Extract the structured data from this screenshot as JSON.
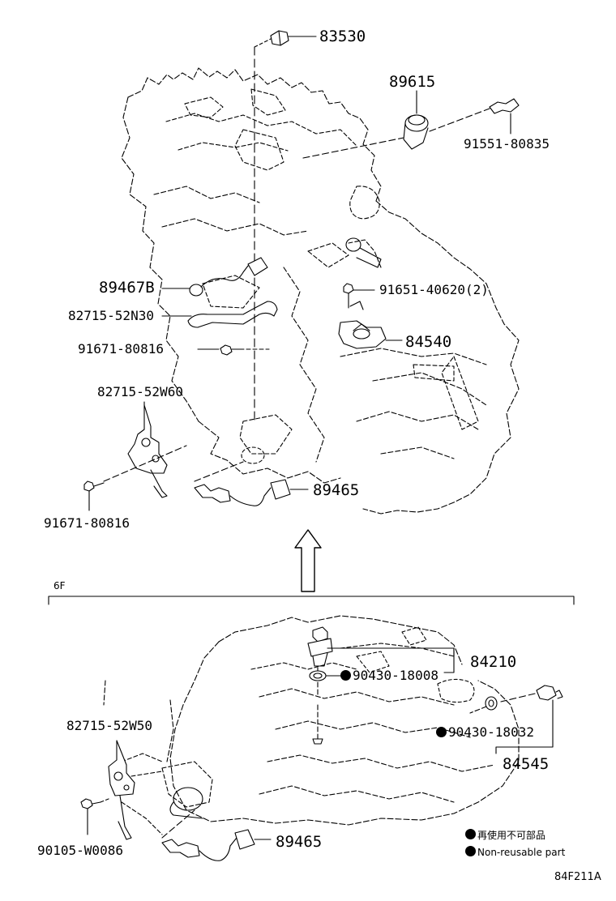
{
  "labels": {
    "p83530": "83530",
    "p89615": "89615",
    "p91551": "91551-80835",
    "p89467b": "89467B",
    "p82715_52n30": "82715-52N30",
    "p91651": "91651-40620(2)",
    "p91671_a": "91671-80816",
    "p84540": "84540",
    "p82715_52w60": "82715-52W60",
    "p89465_top": "89465",
    "p91671_b": "91671-80816",
    "section": "6F",
    "p84210": "84210",
    "p90430_18008": "90430-18008",
    "p90430_18032": "90430-18032",
    "p84545": "84545",
    "p82715_52w50": "82715-52W50",
    "p90105": "90105-W0086",
    "p89465_bottom": "89465",
    "diagram_id": "84F211A"
  },
  "legend": {
    "jp": "再使用不可部品",
    "en": "Non-reusable part"
  }
}
